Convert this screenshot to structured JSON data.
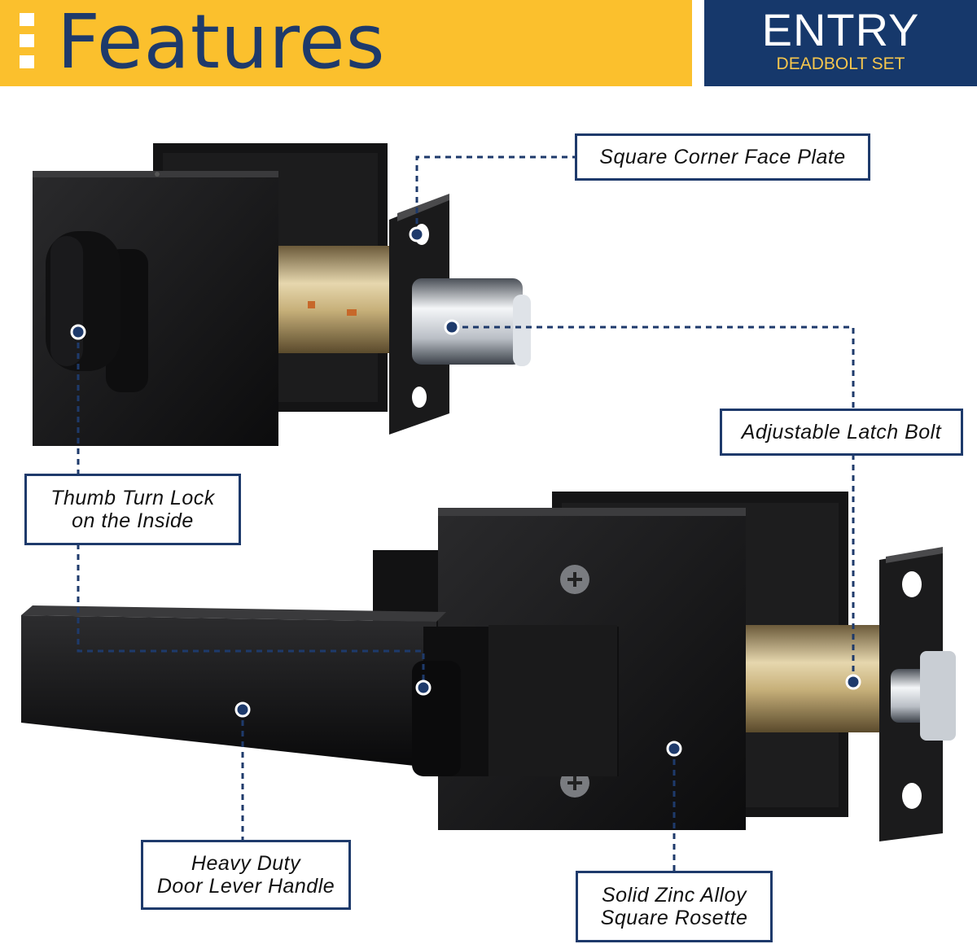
{
  "banner": {
    "title": "Features",
    "badge_title": "ENTRY",
    "badge_subtitle": "DEADBOLT SET",
    "colors": {
      "yellow": "#fbc02d",
      "navy": "#16386b",
      "gold_text": "#f6c64d"
    }
  },
  "callouts": {
    "face_plate": "Square Corner Face Plate",
    "latch_bolt": "Adjustable Latch Bolt",
    "thumb_turn_line1": "Thumb Turn Lock",
    "thumb_turn_line2": "on the Inside",
    "lever_line1": "Heavy Duty",
    "lever_line2": "Door Lever Handle",
    "rosette_line1": "Solid Zinc Alloy",
    "rosette_line2": "Square Rosette"
  },
  "product_images": {
    "deadbolt": "matte-black-square-deadbolt",
    "lever": "matte-black-square-lever-handle"
  }
}
